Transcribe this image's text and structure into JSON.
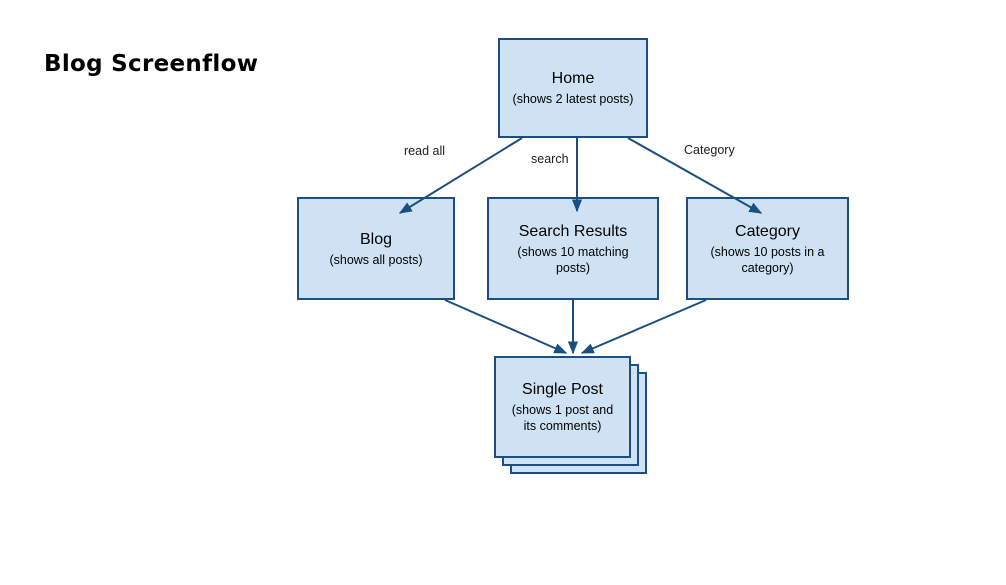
{
  "title": "Blog Screenflow",
  "diagram": {
    "nodes": {
      "home": {
        "title": "Home",
        "subtitle": "(shows 2 latest posts)"
      },
      "blog": {
        "title": "Blog",
        "subtitle": "(shows all posts)"
      },
      "search_results": {
        "title": "Search Results",
        "subtitle": "(shows 10 matching posts)"
      },
      "category": {
        "title": "Category",
        "subtitle": "(shows 10 posts in a category)"
      },
      "single_post": {
        "title": "Single Post",
        "subtitle": "(shows 1 post and its comments)"
      }
    },
    "edge_labels": {
      "read_all": "read all",
      "search": "search",
      "category": "Category"
    },
    "colors": {
      "node_fill": "#cfe2f3",
      "node_border": "#1c4e80",
      "arrow": "#1c4e80",
      "title_text": "#000000",
      "label_text": "#222222"
    }
  }
}
